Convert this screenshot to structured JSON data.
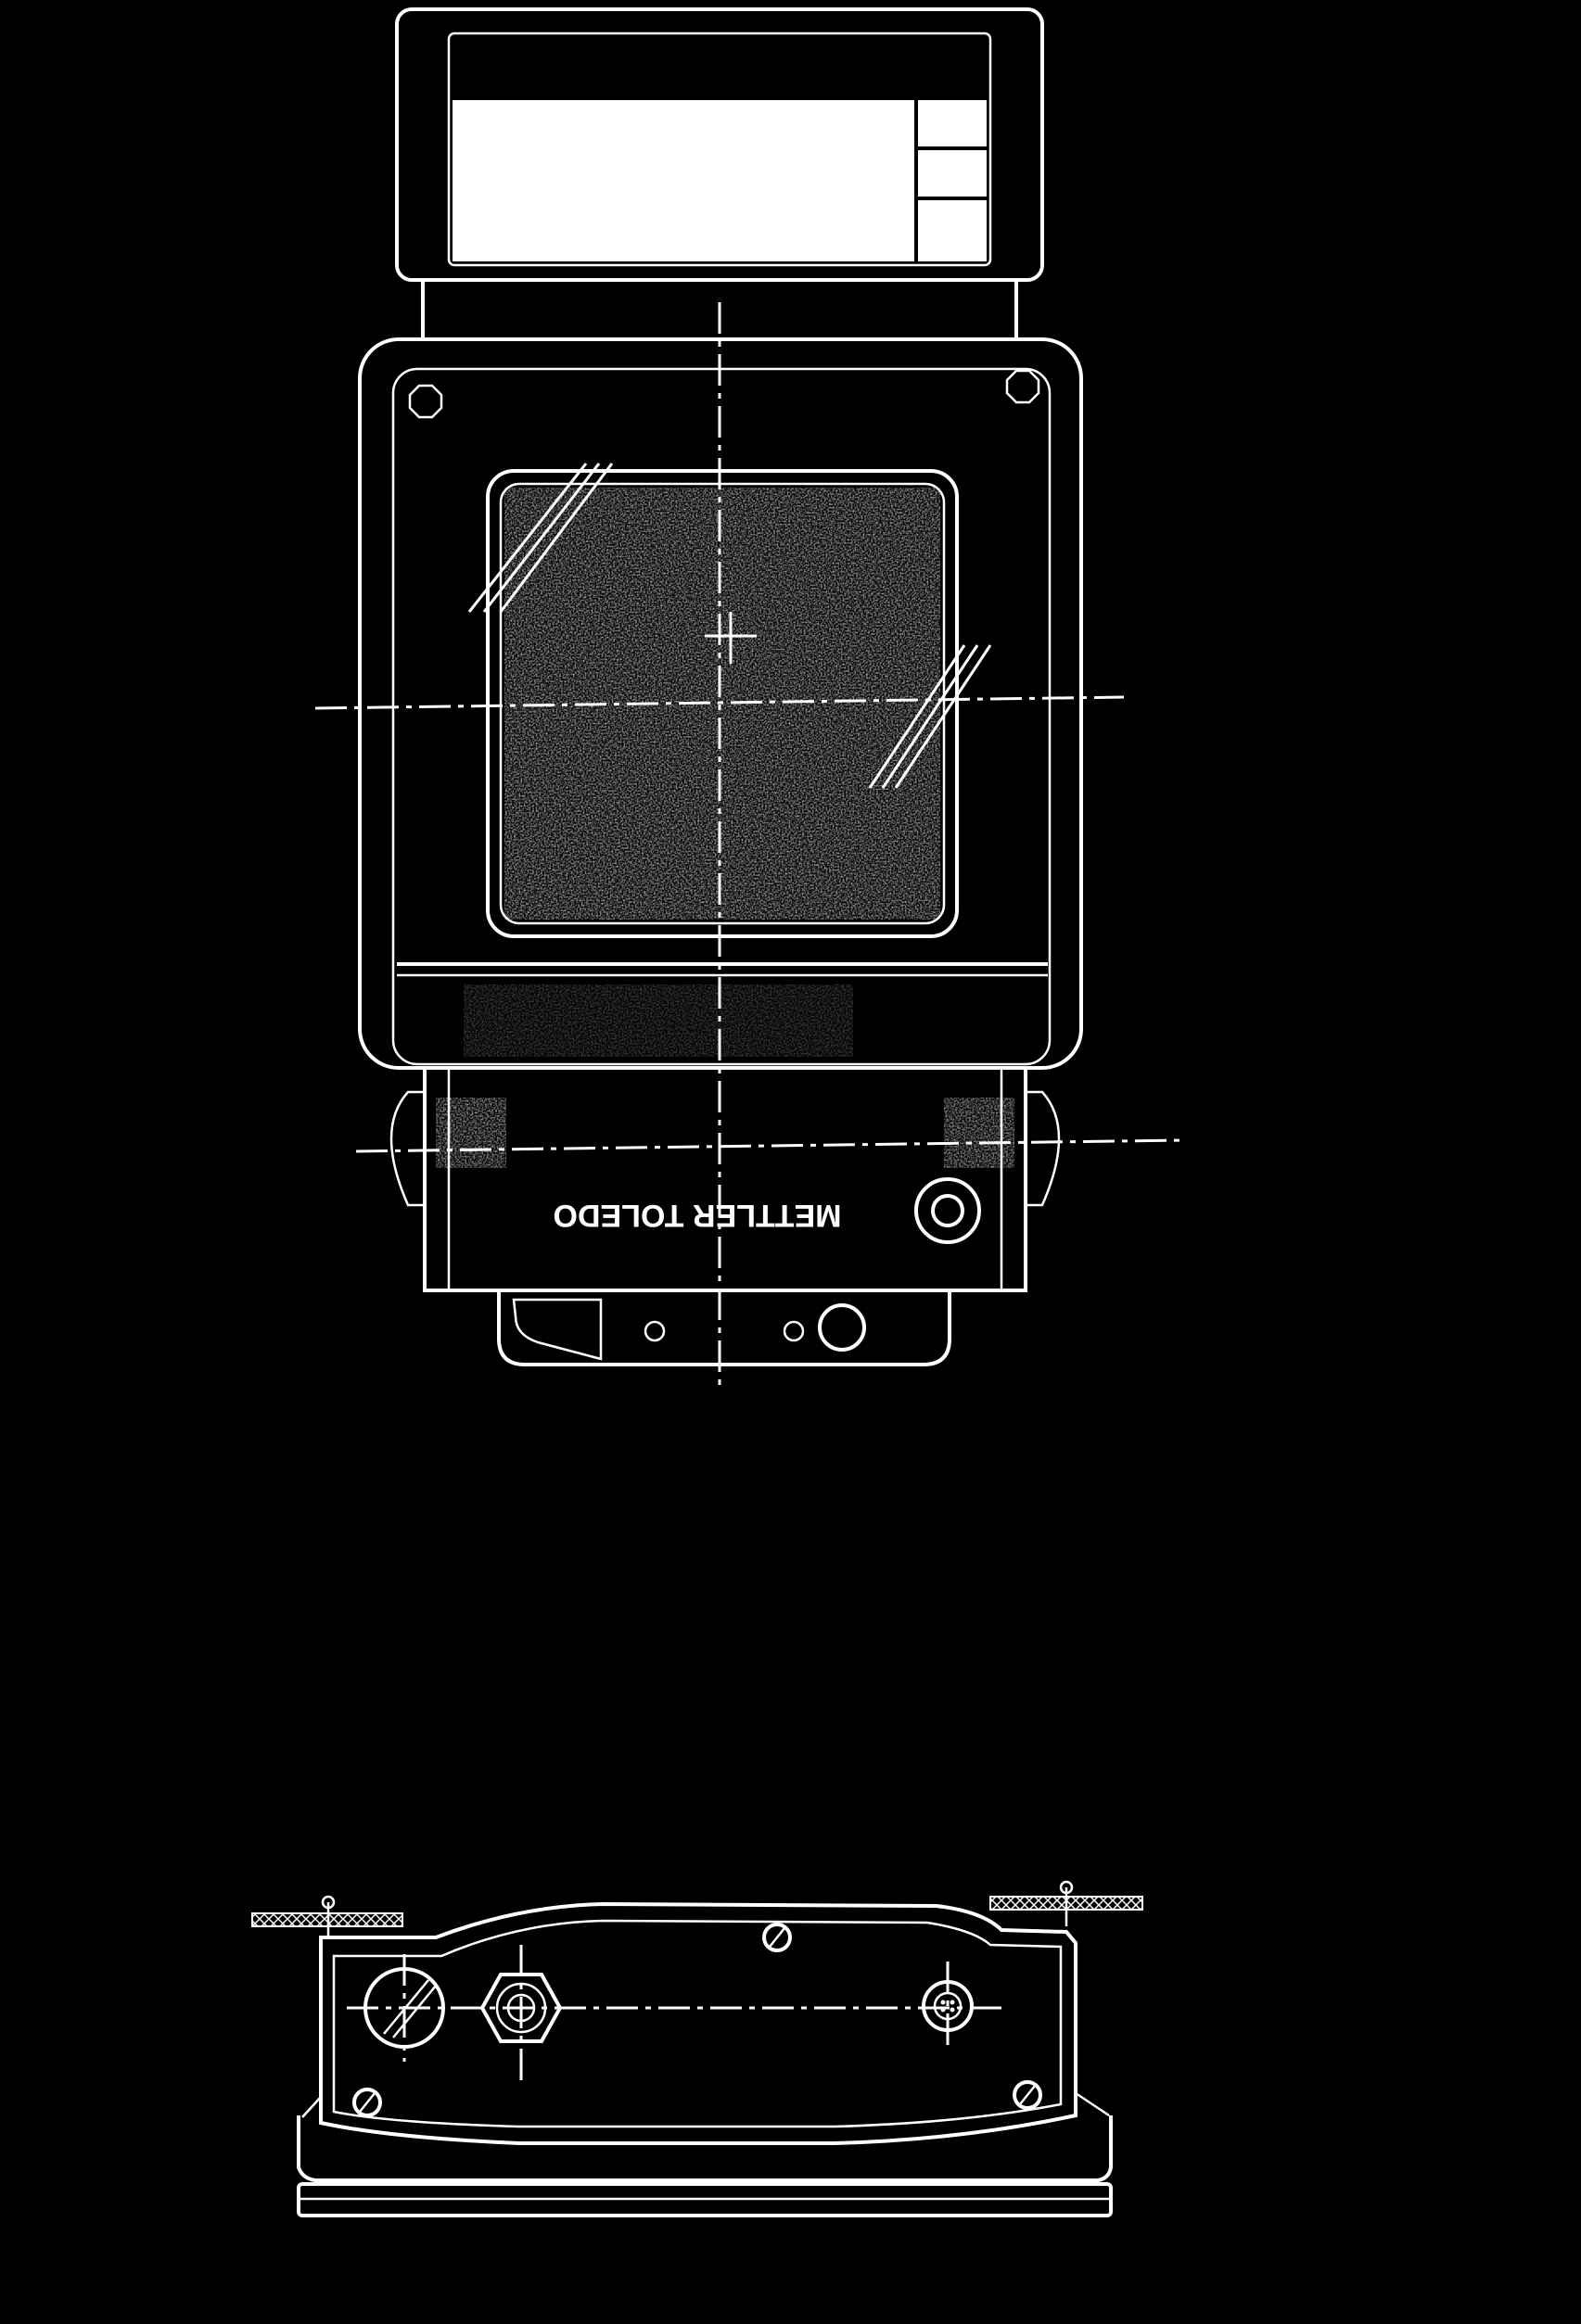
{
  "drawing": {
    "brand_marking": "METTLER TOLEDO",
    "brand_marking_mirrored": true,
    "views": [
      "front-view",
      "bottom-view"
    ],
    "colors": {
      "background": "#000000",
      "line": "#ffffff",
      "display_panel": "#ffffff"
    }
  }
}
